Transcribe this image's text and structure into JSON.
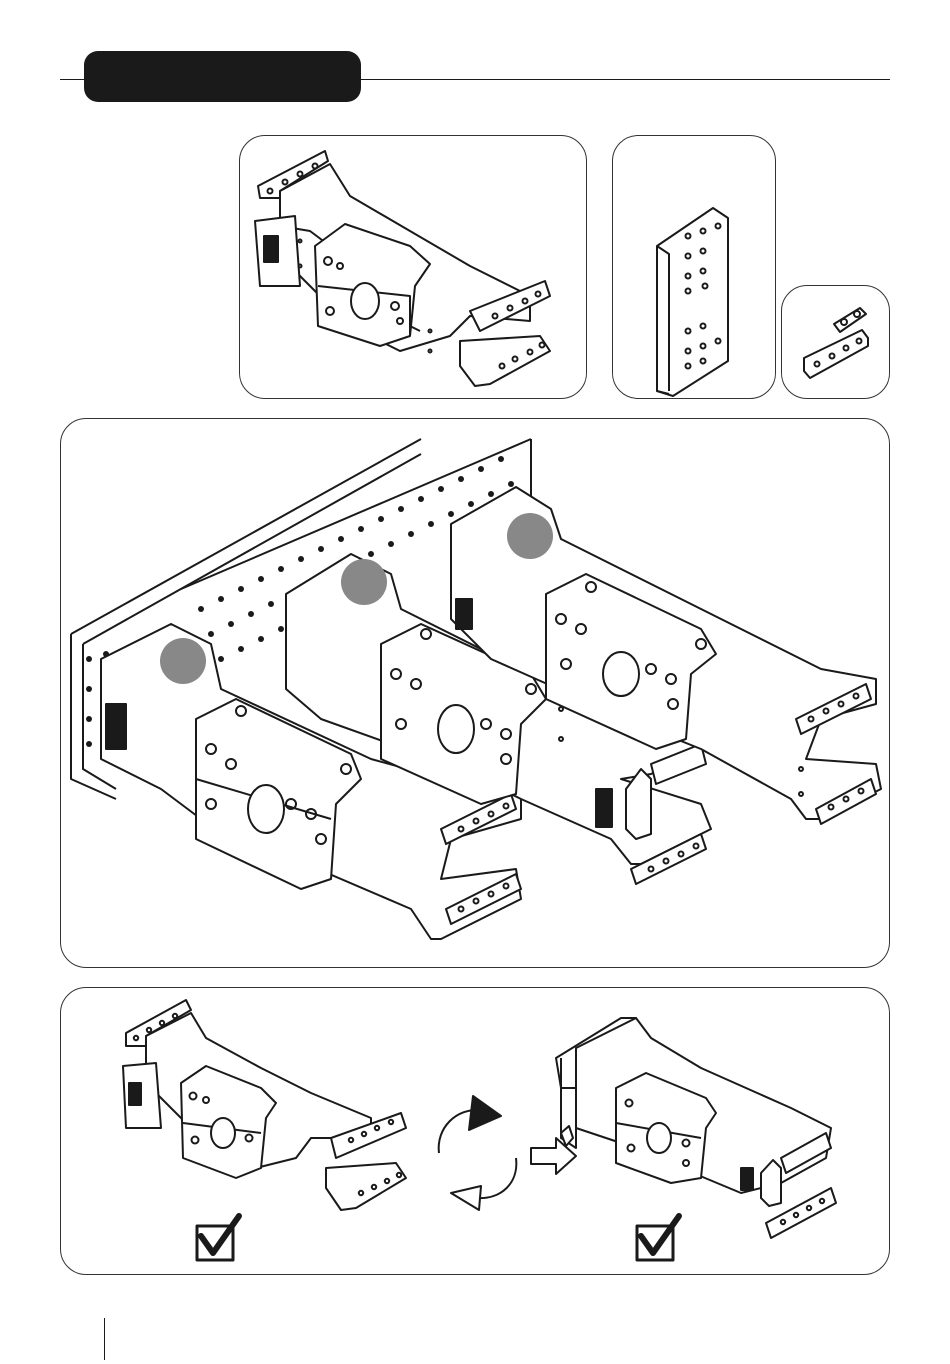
{
  "header": {
    "title": ""
  },
  "parts": {
    "bracket_label": "",
    "plate_label": "",
    "links_label": ""
  },
  "assembly": {
    "badges": [
      "",
      "",
      ""
    ]
  },
  "orientation": {
    "left_check": "correct",
    "right_check": "correct",
    "arrow": "rotate-then-place"
  },
  "footer": {
    "page_number": ""
  },
  "colors": {
    "ink": "#1a1a1a",
    "badge": "#888888",
    "panel_border": "#333333"
  }
}
